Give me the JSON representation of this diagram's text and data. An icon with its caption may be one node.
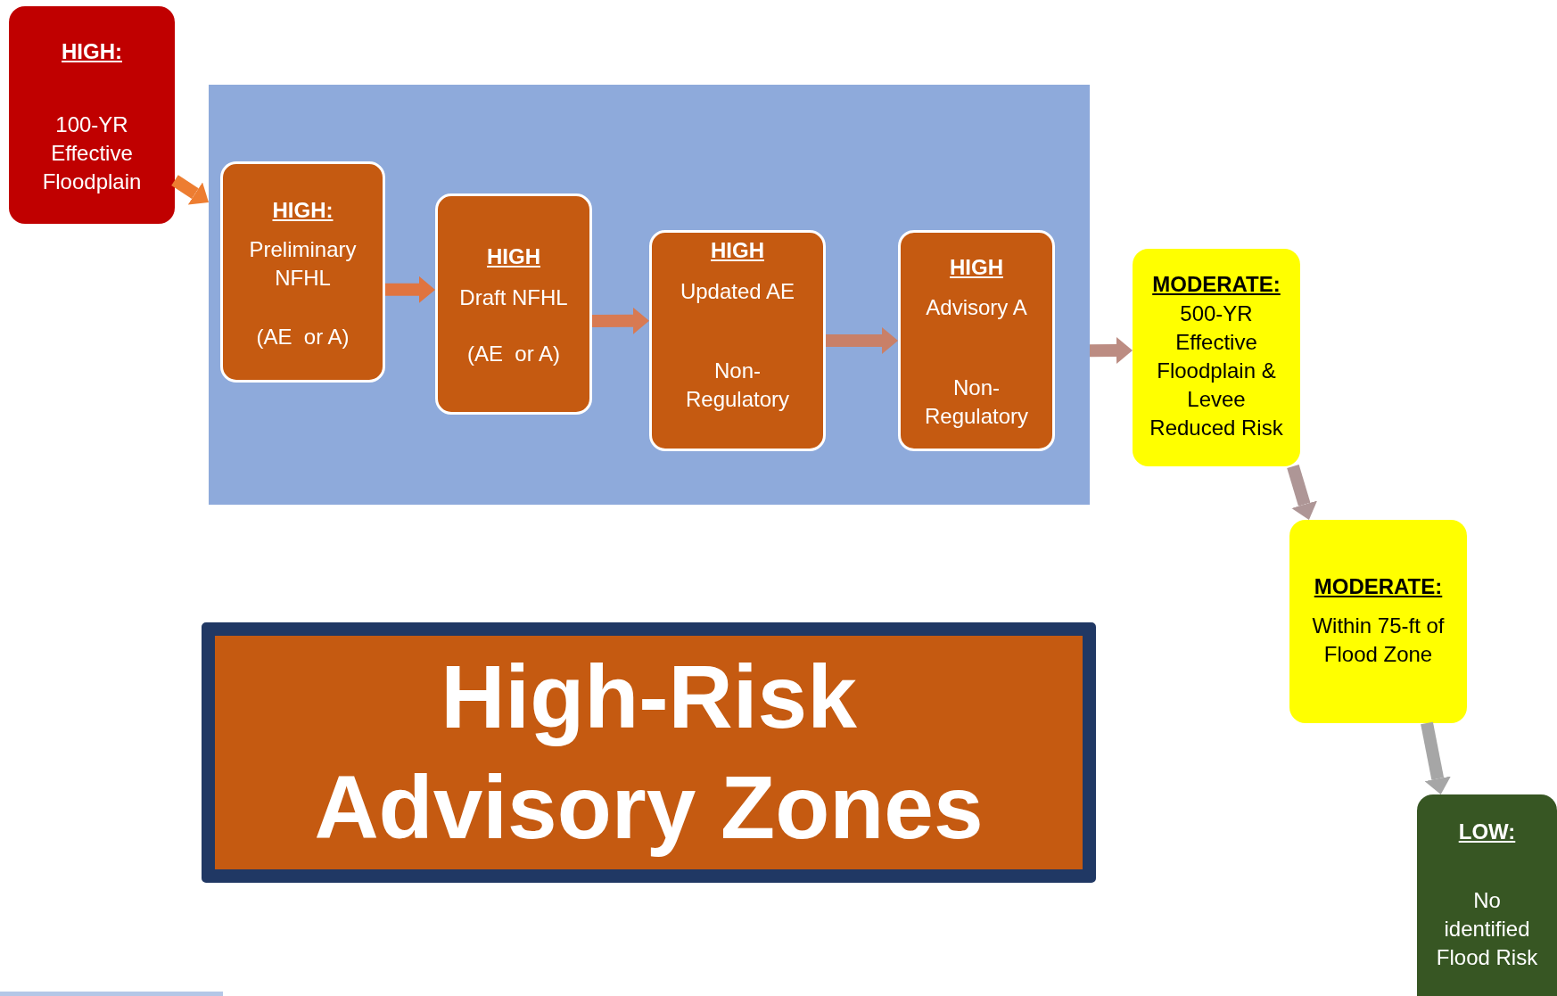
{
  "diagram": {
    "nodes": [
      {
        "text": [
          "HIGH:",
          "100-YR Effective Floodplain"
        ]
      },
      {
        "text": [],
        "shape": "box"
      },
      {
        "text": [
          "HIGH:",
          "Preliminary NFHL",
          "(AE  or A)"
        ],
        "in": 1
      },
      {
        "text": [
          "HIGH",
          "Draft NFHL",
          "(AE  or A)"
        ],
        "in": 1
      },
      {
        "text": [
          "HIGH",
          "Updated AE",
          "Non-Regulatory"
        ],
        "in": 1
      },
      {
        "text": [
          "HIGH",
          "Advisory A",
          "Non-Regulatory"
        ],
        "in": 1
      },
      {
        "text": [
          "MODERATE:",
          "500-YR Effective Floodplain & Levee Reduced Risk"
        ]
      },
      {
        "text": [
          "MODERATE:",
          "Within 75-ft of Flood Zone"
        ]
      },
      {
        "text": [
          "LOW:",
          "No identified Flood Risk"
        ]
      },
      {
        "text": [
          "High-Risk Advisory Zones"
        ]
      }
    ],
    "edges": [
      {
        "from": 0,
        "to": 1,
        "arrow": "to",
        "color": "#ed7d31"
      },
      {
        "from": 2,
        "to": 3,
        "arrow": "to",
        "color": "#e0743f"
      },
      {
        "from": 3,
        "to": 4,
        "arrow": "to",
        "color": "#d87a52"
      },
      {
        "from": 4,
        "to": 5,
        "arrow": "to",
        "color": "#c98068"
      },
      {
        "from": 1,
        "to": 6,
        "arrow": "to",
        "color": "#bc8c82"
      },
      {
        "from": 6,
        "to": 7,
        "arrow": "to",
        "color": "#ae9696"
      },
      {
        "from": 7,
        "to": 8,
        "arrow": "to",
        "color": "#a6a6a6"
      }
    ]
  }
}
